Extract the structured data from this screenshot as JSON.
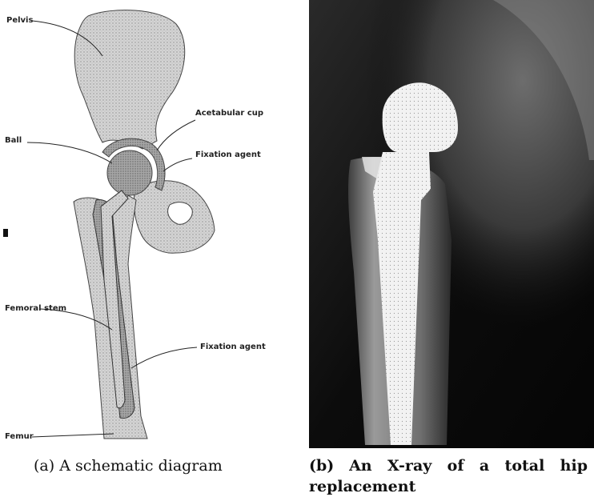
{
  "panel_a": {
    "labels": {
      "pelvis": "Pelvis",
      "acetabular_cup": "Acetabular cup",
      "ball": "Ball",
      "fixation_agent_upper": "Fixation agent",
      "femoral_stem": "Femoral stem",
      "fixation_agent_lower": "Fixation agent",
      "femur": "Femur"
    },
    "caption_tag": "(a)",
    "caption_text": "A schematic diagram"
  },
  "panel_b": {
    "caption_tag": "(b)",
    "caption_text": "An X-ray of a total hip replacement"
  },
  "colors": {
    "bone": "#cfcfcf",
    "bone_dark": "#9d9d9d",
    "implant": "#b9b9b9",
    "xray_bg": "#0b0b0b",
    "xray_implant": "#f4f4f4"
  }
}
